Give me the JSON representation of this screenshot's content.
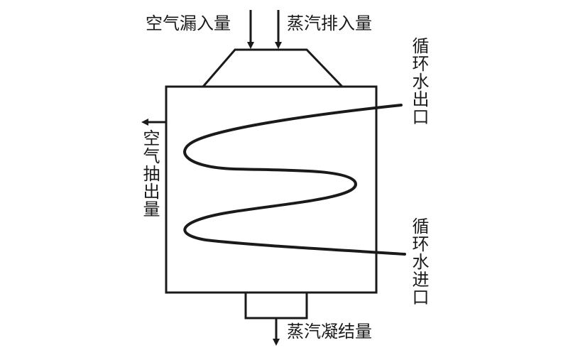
{
  "labels": {
    "air_leak_in": "空气漏入量",
    "steam_in": "蒸汽排入量",
    "air_out": "空气抽出量",
    "cooling_water_out": "循环水出口",
    "cooling_water_in": "循环水进口",
    "condensate_out": "蒸汽凝结量"
  },
  "colors": {
    "stroke": "#1a1a1a",
    "background": "#ffffff"
  }
}
